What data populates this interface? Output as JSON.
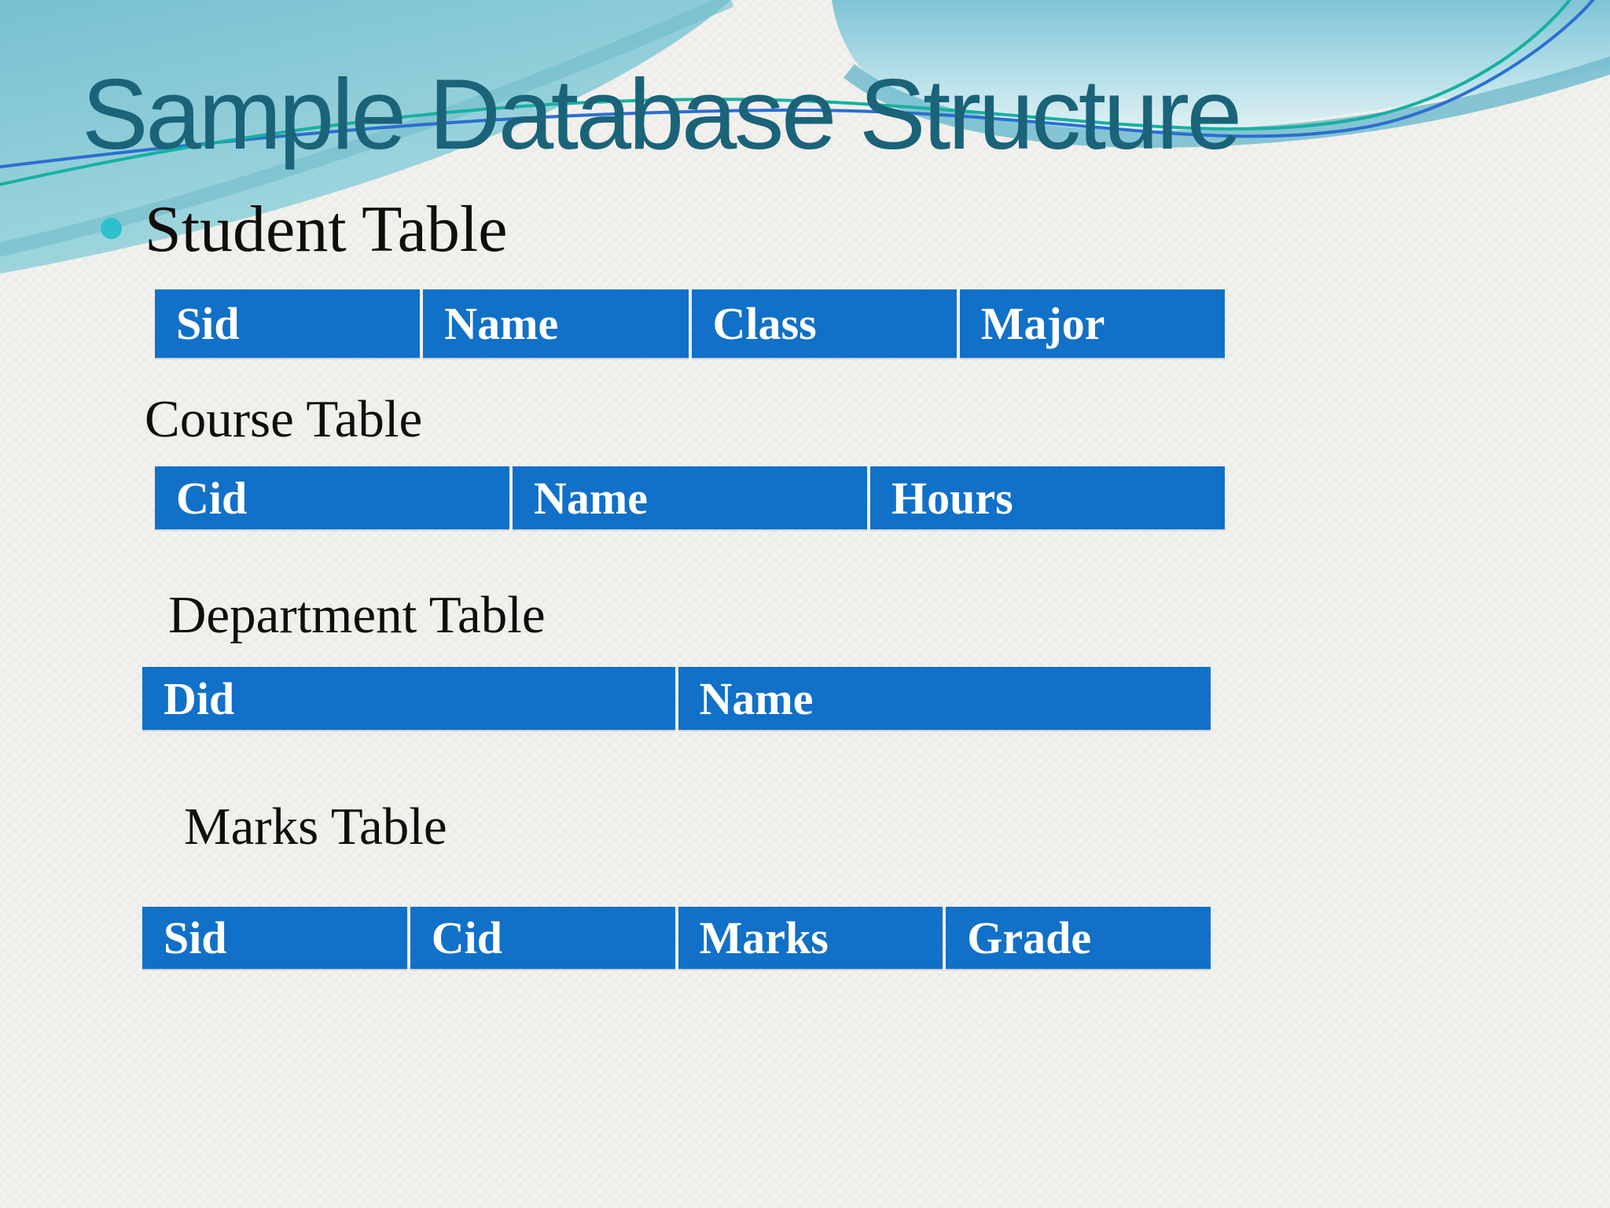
{
  "slide_title": "Sample Database Structure",
  "sections": [
    {
      "label": "Student Table",
      "bullet": true,
      "columns": [
        "Sid",
        "Name",
        "Class",
        "Major"
      ]
    },
    {
      "label": "Course Table",
      "bullet": false,
      "columns": [
        "Cid",
        "Name",
        "Hours"
      ]
    },
    {
      "label": "Department Table",
      "bullet": false,
      "columns": [
        "Did",
        "Name"
      ]
    },
    {
      "label": "Marks Table",
      "bullet": false,
      "columns": [
        "Sid",
        "Cid",
        "Marks",
        "Grade"
      ]
    }
  ],
  "icons": {
    "bullet": "filled-circle"
  },
  "colors": {
    "header_row_blue": "#1170C8",
    "title_teal": "#1A6379",
    "bullet_teal": "#2EC0CD",
    "wave_teal_dark": "#79C1D1",
    "wave_teal_light": "#AADCE1",
    "wave_edge_teal": "#72BCCF",
    "line_teal": "#17B0A0",
    "line_blue": "#2B6FD0",
    "header_text_white": "#FFFFFF",
    "label_text_black": "#0F0E0C",
    "background": "#F3F2EF"
  }
}
